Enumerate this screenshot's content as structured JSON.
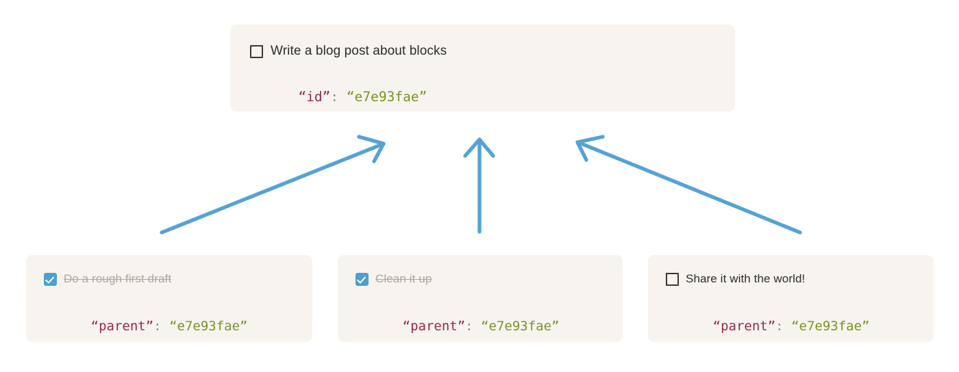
{
  "theme": {
    "page_background": "#ffffff",
    "card_background": "#f7f4ef",
    "arrow_color": "#55a3d4",
    "checkbox_checked_color": "#4d9fd2",
    "checkbox_unchecked_border": "#3a362f",
    "text_color": "#2d2b28",
    "done_text_color": "#aaa7a1",
    "json_key_color": "#96264f",
    "json_colon_color": "#8d8d8d",
    "json_value_color": "#7b9321"
  },
  "parent_card": {
    "checkbox_state": "unchecked",
    "checkbox_icon": "checkbox-empty-icon",
    "task_label": "Write a blog post about blocks",
    "json": {
      "key": "“id”",
      "colon": ":",
      "value": "“e7e93fae”"
    }
  },
  "child_cards": [
    {
      "checkbox_state": "checked",
      "checkbox_icon": "checkbox-checked-icon",
      "task_label": "Do a rough first draft",
      "completed": true,
      "json": {
        "key": "“parent”",
        "colon": ":",
        "value": "“e7e93fae”"
      }
    },
    {
      "checkbox_state": "checked",
      "checkbox_icon": "checkbox-checked-icon",
      "task_label": "Clean it up",
      "completed": true,
      "json": {
        "key": "“parent”",
        "colon": ":",
        "value": "“e7e93fae”"
      }
    },
    {
      "checkbox_state": "unchecked",
      "checkbox_icon": "checkbox-empty-icon",
      "task_label": "Share it with the world!",
      "completed": false,
      "json": {
        "key": "“parent”",
        "colon": ":",
        "value": "“e7e93fae”"
      }
    }
  ],
  "arrows": [
    {
      "name": "arrow-child-1-to-parent",
      "from": "child-card-1",
      "to": "parent-card",
      "direction": "up-right"
    },
    {
      "name": "arrow-child-2-to-parent",
      "from": "child-card-2",
      "to": "parent-card",
      "direction": "up"
    },
    {
      "name": "arrow-child-3-to-parent",
      "from": "child-card-3",
      "to": "parent-card",
      "direction": "up-left"
    }
  ]
}
